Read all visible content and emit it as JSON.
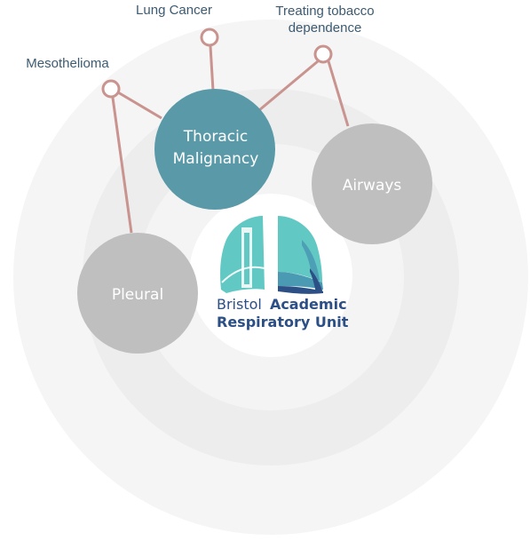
{
  "colors": {
    "ring_outer": "#f5f5f5",
    "ring_middle": "#ececec",
    "ring_inner": "#f4f4f4",
    "center": "#ffffff",
    "connector": "#c9938f",
    "malignancy_node": "#5a9aa8",
    "grey_node": "#bfbfbf",
    "outer_label_text": "#3d5a70",
    "logo_teal": "#62c8c3",
    "logo_mid": "#4a9ab3",
    "logo_navy": "#2c4f86"
  },
  "center_logo": {
    "line1_word1": "Bristol",
    "line1_word2": "Academic",
    "line2": "Respiratory Unit",
    "icon": "lungs-bridge-icon"
  },
  "nodes": [
    {
      "id": "thoracic-malignancy",
      "label_lines": [
        "Thoracic",
        "Malignancy"
      ],
      "style": "malignancy"
    },
    {
      "id": "airways",
      "label_lines": [
        "Airways"
      ],
      "style": "grey"
    },
    {
      "id": "pleural",
      "label_lines": [
        "Pleural"
      ],
      "style": "grey"
    }
  ],
  "outer_topics": [
    {
      "id": "lung-cancer",
      "label_lines": [
        "Lung Cancer"
      ],
      "connects_to": "thoracic-malignancy"
    },
    {
      "id": "treating-tobacco-dependence",
      "label_lines": [
        "Treating tobacco",
        "dependence"
      ],
      "connects_to": "thoracic-malignancy"
    },
    {
      "id": "mesothelioma",
      "label_lines": [
        "Mesothelioma"
      ],
      "connects_to": "thoracic-malignancy"
    }
  ]
}
